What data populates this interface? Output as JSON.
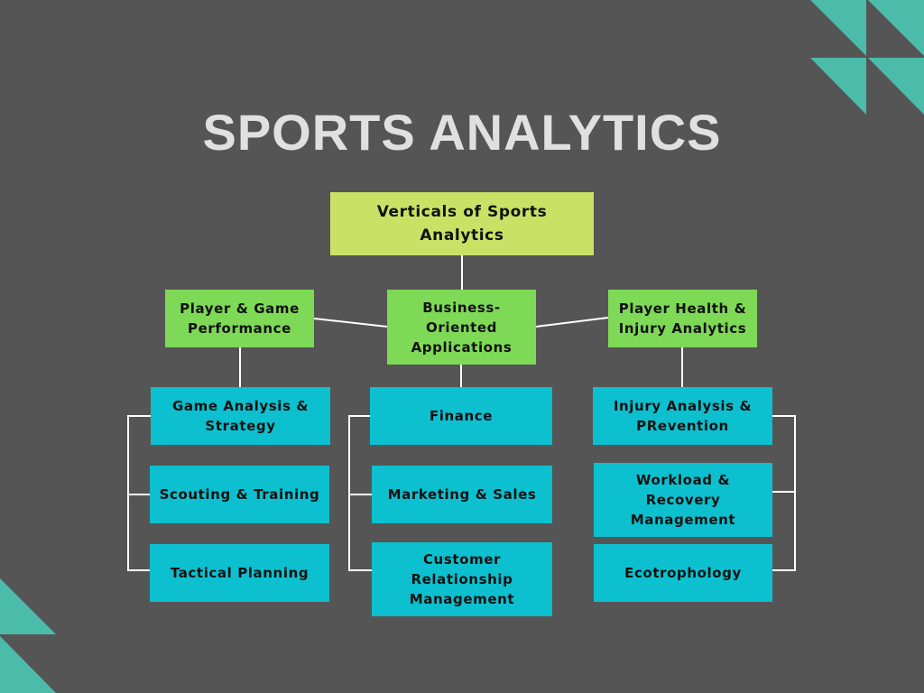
{
  "title": "SPORTS ANALYTICS",
  "colors": {
    "background": "#555555",
    "accent_teal": "#4bbcaa",
    "root_box": "#c9e265",
    "category_box": "#7ed957",
    "leaf_box": "#0cc0cf",
    "connector": "#ffffff"
  },
  "root": {
    "label": "Verticals of Sports Analytics"
  },
  "categories": [
    {
      "label": "Player & Game Performance",
      "items": [
        "Game Analysis & Strategy",
        "Scouting & Training",
        "Tactical Planning"
      ]
    },
    {
      "label": "Business-Oriented Applications",
      "items": [
        "Finance",
        "Marketing & Sales",
        "Customer Relationship Management"
      ]
    },
    {
      "label": "Player Health & Injury Analytics",
      "items": [
        "Injury Analysis & PRevention",
        "Workload & Recovery Management",
        "Ecotrophology"
      ]
    }
  ]
}
